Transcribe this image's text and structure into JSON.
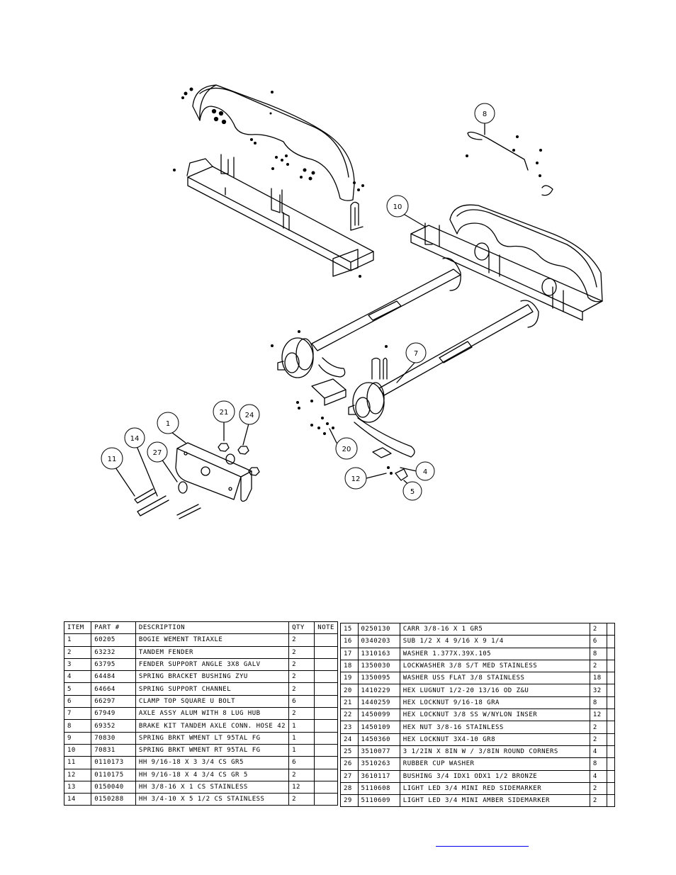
{
  "balloons": [
    {
      "id": "b8",
      "label": "8"
    },
    {
      "id": "b10",
      "label": "10"
    },
    {
      "id": "b7",
      "label": "7"
    },
    {
      "id": "b21",
      "label": "21"
    },
    {
      "id": "b24",
      "label": "24"
    },
    {
      "id": "b1",
      "label": "1"
    },
    {
      "id": "b14",
      "label": "14"
    },
    {
      "id": "b27",
      "label": "27"
    },
    {
      "id": "b11",
      "label": "11"
    },
    {
      "id": "b20",
      "label": "20"
    },
    {
      "id": "b4",
      "label": "4"
    },
    {
      "id": "b12",
      "label": "12"
    },
    {
      "id": "b5",
      "label": "5"
    }
  ],
  "bom": {
    "headers": {
      "item": "ITEM",
      "part": "PART #",
      "description": "DESCRIPTION",
      "qty": "QTY",
      "note": "NOTE"
    },
    "left_rows": [
      {
        "item": "1",
        "part": "60205",
        "description": "BOGIE WEMENT   TRIAXLE",
        "qty": "2"
      },
      {
        "item": "2",
        "part": "63232",
        "description": "TANDEM FENDER",
        "qty": "2"
      },
      {
        "item": "3",
        "part": "63795",
        "description": "FENDER SUPPORT ANGLE 3X8 GALV",
        "qty": "2"
      },
      {
        "item": "4",
        "part": "64484",
        "description": "SPRING BRACKET BUSHING   ZYU",
        "qty": "2"
      },
      {
        "item": "5",
        "part": "64664",
        "description": "SPRING SUPPORT CHANNEL",
        "qty": "2"
      },
      {
        "item": "6",
        "part": "66297",
        "description": "CLAMP TOP SQUARE U BOLT",
        "qty": "6"
      },
      {
        "item": "7",
        "part": "67949",
        "description": "AXLE ASSY ALUM WITH 8 LUG HUB",
        "qty": "2"
      },
      {
        "item": "8",
        "part": "69352",
        "description": "BRAKE KIT TANDEM AXLE CONN. HOSE 42",
        "qty": "1"
      },
      {
        "item": "9",
        "part": "70830",
        "description": "SPRING BRKT WMENT LT 95TAL FG",
        "qty": "1"
      },
      {
        "item": "10",
        "part": "70831",
        "description": "SPRING BRKT WMENT RT 95TAL FG",
        "qty": "1"
      },
      {
        "item": "11",
        "part": "0110173",
        "description": "HH 9/16-18 X 3 3/4 CS GR5",
        "qty": "6"
      },
      {
        "item": "12",
        "part": "0110175",
        "description": "HH 9/16-18 X 4 3/4 CS GR 5",
        "qty": "2"
      },
      {
        "item": "13",
        "part": "0150040",
        "description": "HH 3/8-16 X 1 CS STAINLESS",
        "qty": "12"
      },
      {
        "item": "14",
        "part": "0150288",
        "description": "HH 3/4-10 X 5 1/2 CS STAINLESS",
        "qty": "2"
      }
    ],
    "right_rows": [
      {
        "item": "15",
        "part": "0250130",
        "description": "CARR 3/8-16 X 1 GR5",
        "qty": "2"
      },
      {
        "item": "16",
        "part": "0340203",
        "description": "SUB 1/2 X 4 9/16 X 9 1/4",
        "qty": "6"
      },
      {
        "item": "17",
        "part": "1310163",
        "description": "WASHER 1.377X.39X.105",
        "qty": "8"
      },
      {
        "item": "18",
        "part": "1350030",
        "description": "LOCKWASHER 3/8 S/T MED STAINLESS",
        "qty": "2"
      },
      {
        "item": "19",
        "part": "1350095",
        "description": "WASHER USS FLAT 3/8 STAINLESS",
        "qty": "18"
      },
      {
        "item": "20",
        "part": "1410229",
        "description": "HEX LUGNUT 1/2-20 13/16 OD Z&U",
        "qty": "32"
      },
      {
        "item": "21",
        "part": "1440259",
        "description": "HEX LOCKNUT 9/16-18 GRA",
        "qty": "8"
      },
      {
        "item": "22",
        "part": "1450099",
        "description": "HEX LOCKNUT 3/8 SS W/NYLON INSER",
        "qty": "12"
      },
      {
        "item": "23",
        "part": "1450109",
        "description": "HEX NUT 3/8-16 STAINLESS",
        "qty": "2"
      },
      {
        "item": "24",
        "part": "1450360",
        "description": "HEX LOCKNUT 3X4-10 GR8",
        "qty": "2"
      },
      {
        "item": "25",
        "part": "3510077",
        "description": "3 1/2IN X 8IN W / 3/8IN ROUND CORNERS",
        "qty": "4"
      },
      {
        "item": "26",
        "part": "3510263",
        "description": "RUBBER CUP WASHER",
        "qty": "8"
      },
      {
        "item": "27",
        "part": "3610117",
        "description": "BUSHING  3/4 IDX1 ODX1 1/2 BRONZE",
        "qty": "4"
      },
      {
        "item": "28",
        "part": "5110608",
        "description": "LIGHT LED 3/4 MINI RED SIDEMARKER",
        "qty": "2"
      },
      {
        "item": "29",
        "part": "5110609",
        "description": "LIGHT LED 3/4 MINI AMBER SIDEMARKER",
        "qty": "2"
      }
    ]
  }
}
